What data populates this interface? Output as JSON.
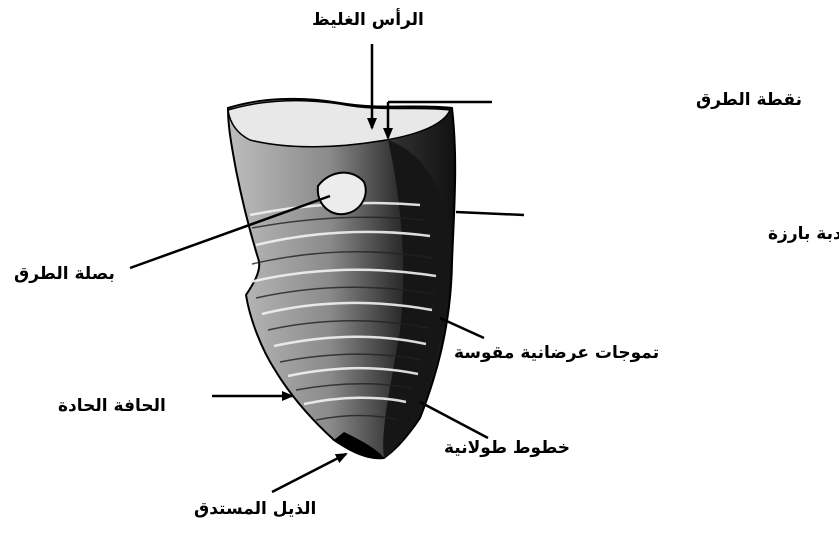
{
  "figure": {
    "labels": {
      "thick_head": "الرأس الغليظ",
      "strike_point": "نقطة الطرق",
      "prominent_bump": "حدبة بارزة",
      "bulb_of_percussion": "بصلة الطرق",
      "curved_transverse_waves": "تموجات عرضانية مقوسة",
      "sharp_edge": "الحافة الحادة",
      "longitudinal_lines": "خطوط طولانية",
      "pointed_tail": "الذيل المستدق"
    },
    "colors": {
      "ink": "#000000",
      "paper": "#ffffff",
      "stone_shadow": "#1a1a1a"
    }
  }
}
